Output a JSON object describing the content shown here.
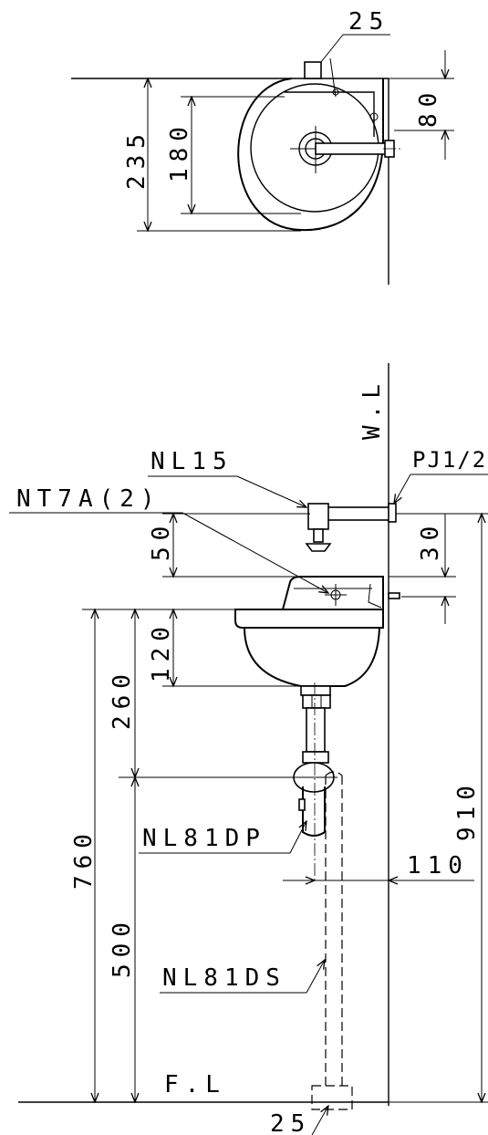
{
  "plan_view": {
    "dims": {
      "d25_top": "25",
      "d80": "80",
      "d235": "235",
      "d180": "180"
    }
  },
  "elevation_view": {
    "labels": {
      "wall_line": "W.L",
      "faucet": "NL15",
      "supply_fitting": "PJ1/2",
      "screw": "NT7A(2)",
      "trap": "NL81DP",
      "drain_pipe": "NL81DS",
      "floor_line": "F.L"
    },
    "dims": {
      "d50": "50",
      "d30": "30",
      "d120": "120",
      "d260": "260",
      "d910": "910",
      "d760": "760",
      "d110": "110",
      "d500": "500",
      "d25_bottom": "25"
    }
  }
}
